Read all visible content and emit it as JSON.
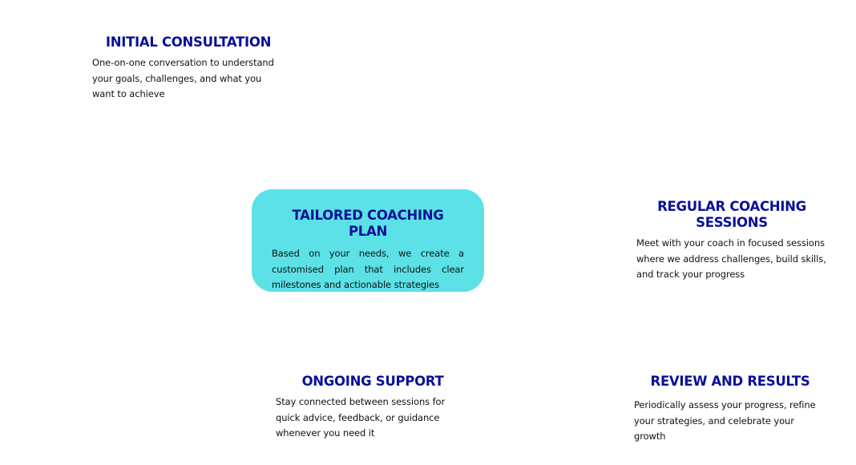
{
  "steps": {
    "initial": {
      "title": "INITIAL CONSULTATION",
      "text": "One-on-one conversation to understand your goals, challenges, and what you want to achieve"
    },
    "tailored": {
      "title": "TAILORED COACHING PLAN",
      "text": "Based on your needs, we create a customised plan that includes clear milestones and actionable strategies"
    },
    "regular": {
      "title": "REGULAR COACHING SESSIONS",
      "text": "Meet with your coach in focused sessions where we address challenges, build skills, and track your progress"
    },
    "ongoing": {
      "title": "ONGOING SUPPORT",
      "text": "Stay connected between sessions for quick advice, feedback, or guidance whenever you need it"
    },
    "review": {
      "title": "REVIEW AND RESULTS",
      "text": "Periodically assess your progress, refine your strategies, and celebrate your growth"
    }
  },
  "colors": {
    "title": "#0a1196",
    "body_text": "#111111",
    "highlight_box": "#5be1e6",
    "background": "#ffffff"
  }
}
